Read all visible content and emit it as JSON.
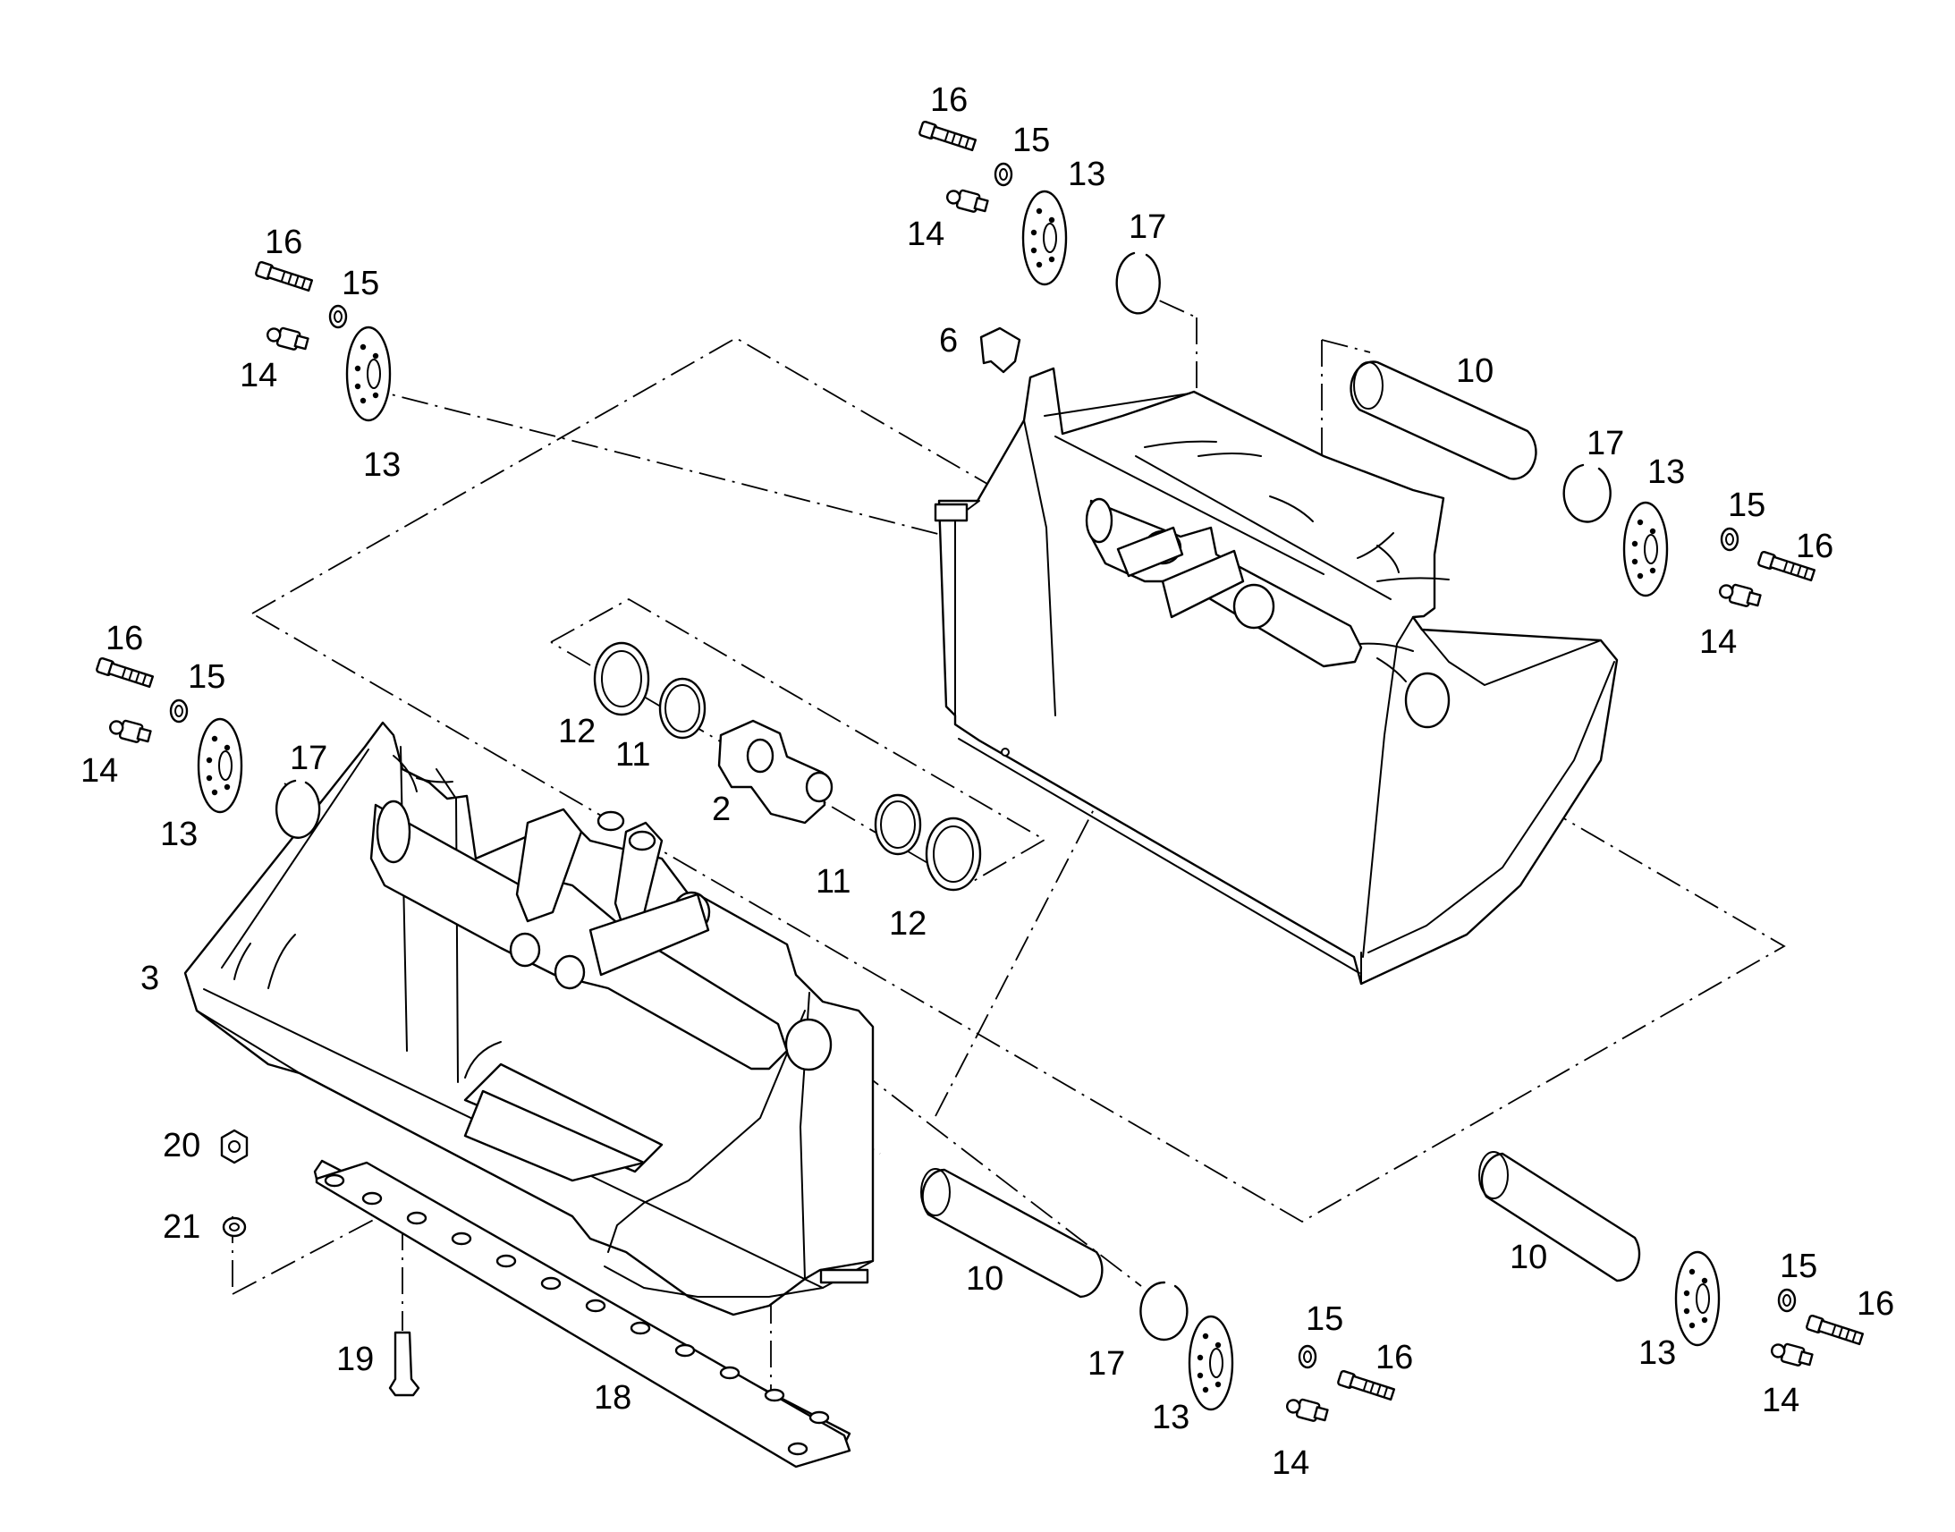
{
  "diagram": {
    "callouts": [
      {
        "id": "c-2",
        "text": "2"
      },
      {
        "id": "c-3",
        "text": "3"
      },
      {
        "id": "c-6",
        "text": "6"
      },
      {
        "id": "c-10a",
        "text": "10"
      },
      {
        "id": "c-10b",
        "text": "10"
      },
      {
        "id": "c-10c",
        "text": "10"
      },
      {
        "id": "c-11a",
        "text": "11"
      },
      {
        "id": "c-11b",
        "text": "11"
      },
      {
        "id": "c-12a",
        "text": "12"
      },
      {
        "id": "c-12b",
        "text": "12"
      },
      {
        "id": "c-13a",
        "text": "13"
      },
      {
        "id": "c-13b",
        "text": "13"
      },
      {
        "id": "c-13c",
        "text": "13"
      },
      {
        "id": "c-13d",
        "text": "13"
      },
      {
        "id": "c-13e",
        "text": "13"
      },
      {
        "id": "c-13f",
        "text": "13"
      },
      {
        "id": "c-14a",
        "text": "14"
      },
      {
        "id": "c-14b",
        "text": "14"
      },
      {
        "id": "c-14c",
        "text": "14"
      },
      {
        "id": "c-14d",
        "text": "14"
      },
      {
        "id": "c-14e",
        "text": "14"
      },
      {
        "id": "c-14f",
        "text": "14"
      },
      {
        "id": "c-15a",
        "text": "15"
      },
      {
        "id": "c-15b",
        "text": "15"
      },
      {
        "id": "c-15c",
        "text": "15"
      },
      {
        "id": "c-15d",
        "text": "15"
      },
      {
        "id": "c-15e",
        "text": "15"
      },
      {
        "id": "c-15f",
        "text": "15"
      },
      {
        "id": "c-16a",
        "text": "16"
      },
      {
        "id": "c-16b",
        "text": "16"
      },
      {
        "id": "c-16c",
        "text": "16"
      },
      {
        "id": "c-16d",
        "text": "16"
      },
      {
        "id": "c-16e",
        "text": "16"
      },
      {
        "id": "c-16f",
        "text": "16"
      },
      {
        "id": "c-17a",
        "text": "17"
      },
      {
        "id": "c-17b",
        "text": "17"
      },
      {
        "id": "c-17c",
        "text": "17"
      },
      {
        "id": "c-17d",
        "text": "17"
      },
      {
        "id": "c-18",
        "text": "18"
      },
      {
        "id": "c-19",
        "text": "19"
      },
      {
        "id": "c-20",
        "text": "20"
      },
      {
        "id": "c-21",
        "text": "21"
      }
    ]
  }
}
